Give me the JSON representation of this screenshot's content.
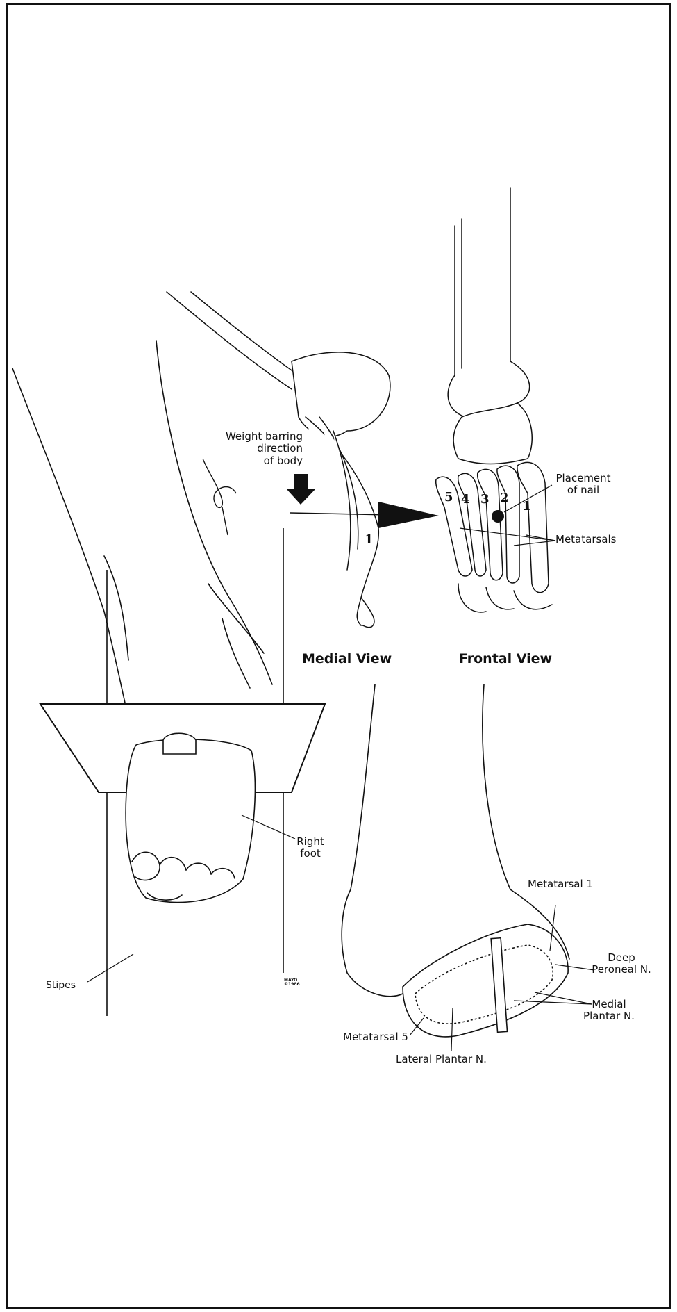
{
  "views": {
    "medial": "Medial View",
    "frontal": "Frontal View"
  },
  "labels": {
    "weight_line1": "Weight barring",
    "weight_line2": "direction",
    "weight_line3": "of body",
    "placement_line1": "Placement",
    "placement_line2": "of nail",
    "metatarsals": "Metatarsals",
    "right_foot_line1": "Right",
    "right_foot_line2": "foot",
    "stipes": "Stipes",
    "metatarsal_1": "Metatarsal 1",
    "deep_peroneal_line1": "Deep",
    "deep_peroneal_line2": "Peroneal N.",
    "medial_plantar_line1": "Medial",
    "medial_plantar_line2": "Plantar N.",
    "metatarsal_5": "Metatarsal 5",
    "lateral_plantar": "Lateral Plantar N.",
    "stamp_line1": "MAYO",
    "stamp_line2": "©1986"
  },
  "bone_numbers": {
    "medial_1": "1",
    "frontal_5": "5",
    "frontal_4": "4",
    "frontal_3": "3",
    "frontal_2": "2",
    "frontal_1": "1"
  },
  "colors": {
    "ink": "#111111",
    "paper": "#ffffff"
  }
}
